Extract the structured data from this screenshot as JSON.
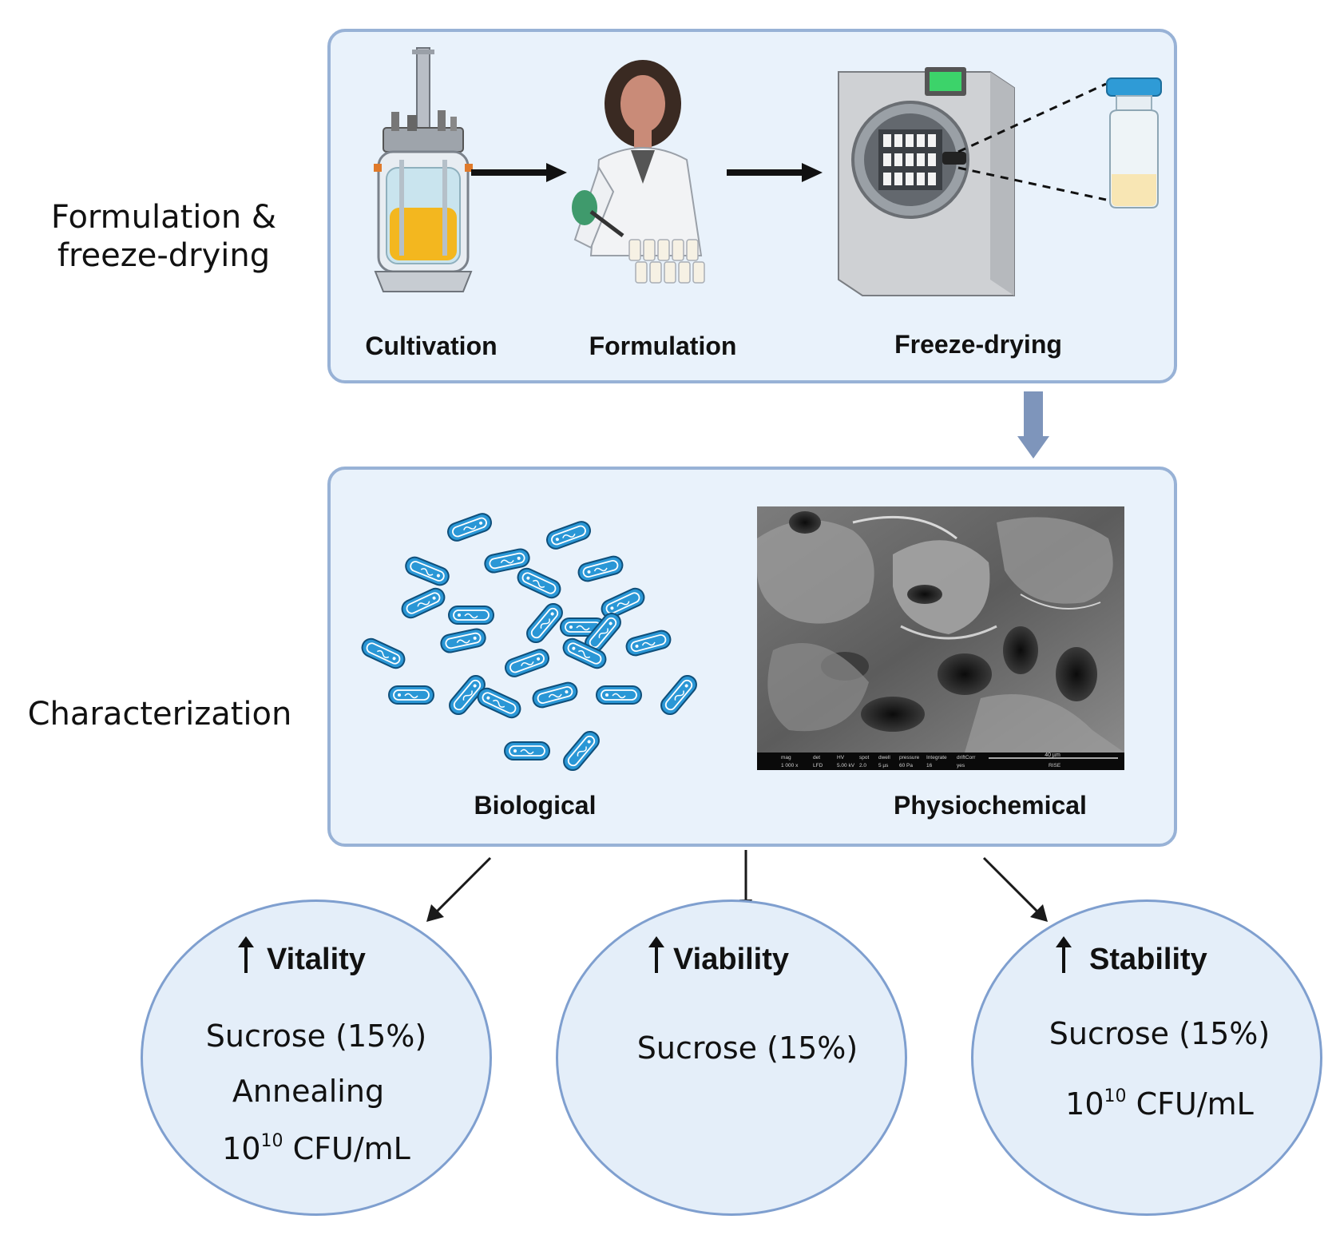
{
  "sections": {
    "formulation_label_line1": "Formulation &",
    "formulation_label_line2": "freeze-drying",
    "characterization_label": "Characterization"
  },
  "top_panel": {
    "steps": [
      "Cultivation",
      "Formulation",
      "Freeze-drying"
    ]
  },
  "middle_panel": {
    "biological_label": "Biological",
    "physiochemical_label": "Physiochemical",
    "sem_scalebar": "40 µm",
    "sem_meta": [
      "mag",
      "det",
      "HV",
      "spot",
      "dwell",
      "pressure",
      "Integrate",
      "driftCorr"
    ],
    "sem_values": [
      "1 000 x",
      "LFD",
      "5.00 kV",
      "2.0",
      "5 µs",
      "60 Pa",
      "16",
      "yes",
      "RISE"
    ]
  },
  "outcomes": [
    {
      "title": "Vitality",
      "lines": [
        "Sucrose (15%)",
        "Annealing"
      ],
      "cfu_base": "10",
      "cfu_exp": "10",
      "cfu_unit": " CFU/mL"
    },
    {
      "title": "Viability",
      "lines": [
        "Sucrose (15%)"
      ]
    },
    {
      "title": "Stability",
      "lines": [
        "Sucrose (15%)"
      ],
      "cfu_base": "10",
      "cfu_exp": "10",
      "cfu_unit": " CFU/mL"
    }
  ],
  "colors": {
    "panel_bg": "#e9f2fb",
    "panel_border": "#98b2d6",
    "circle_border": "#7f9fcf",
    "bacteria": "#2a97d6",
    "flow_arrow": "#7e95bb"
  }
}
